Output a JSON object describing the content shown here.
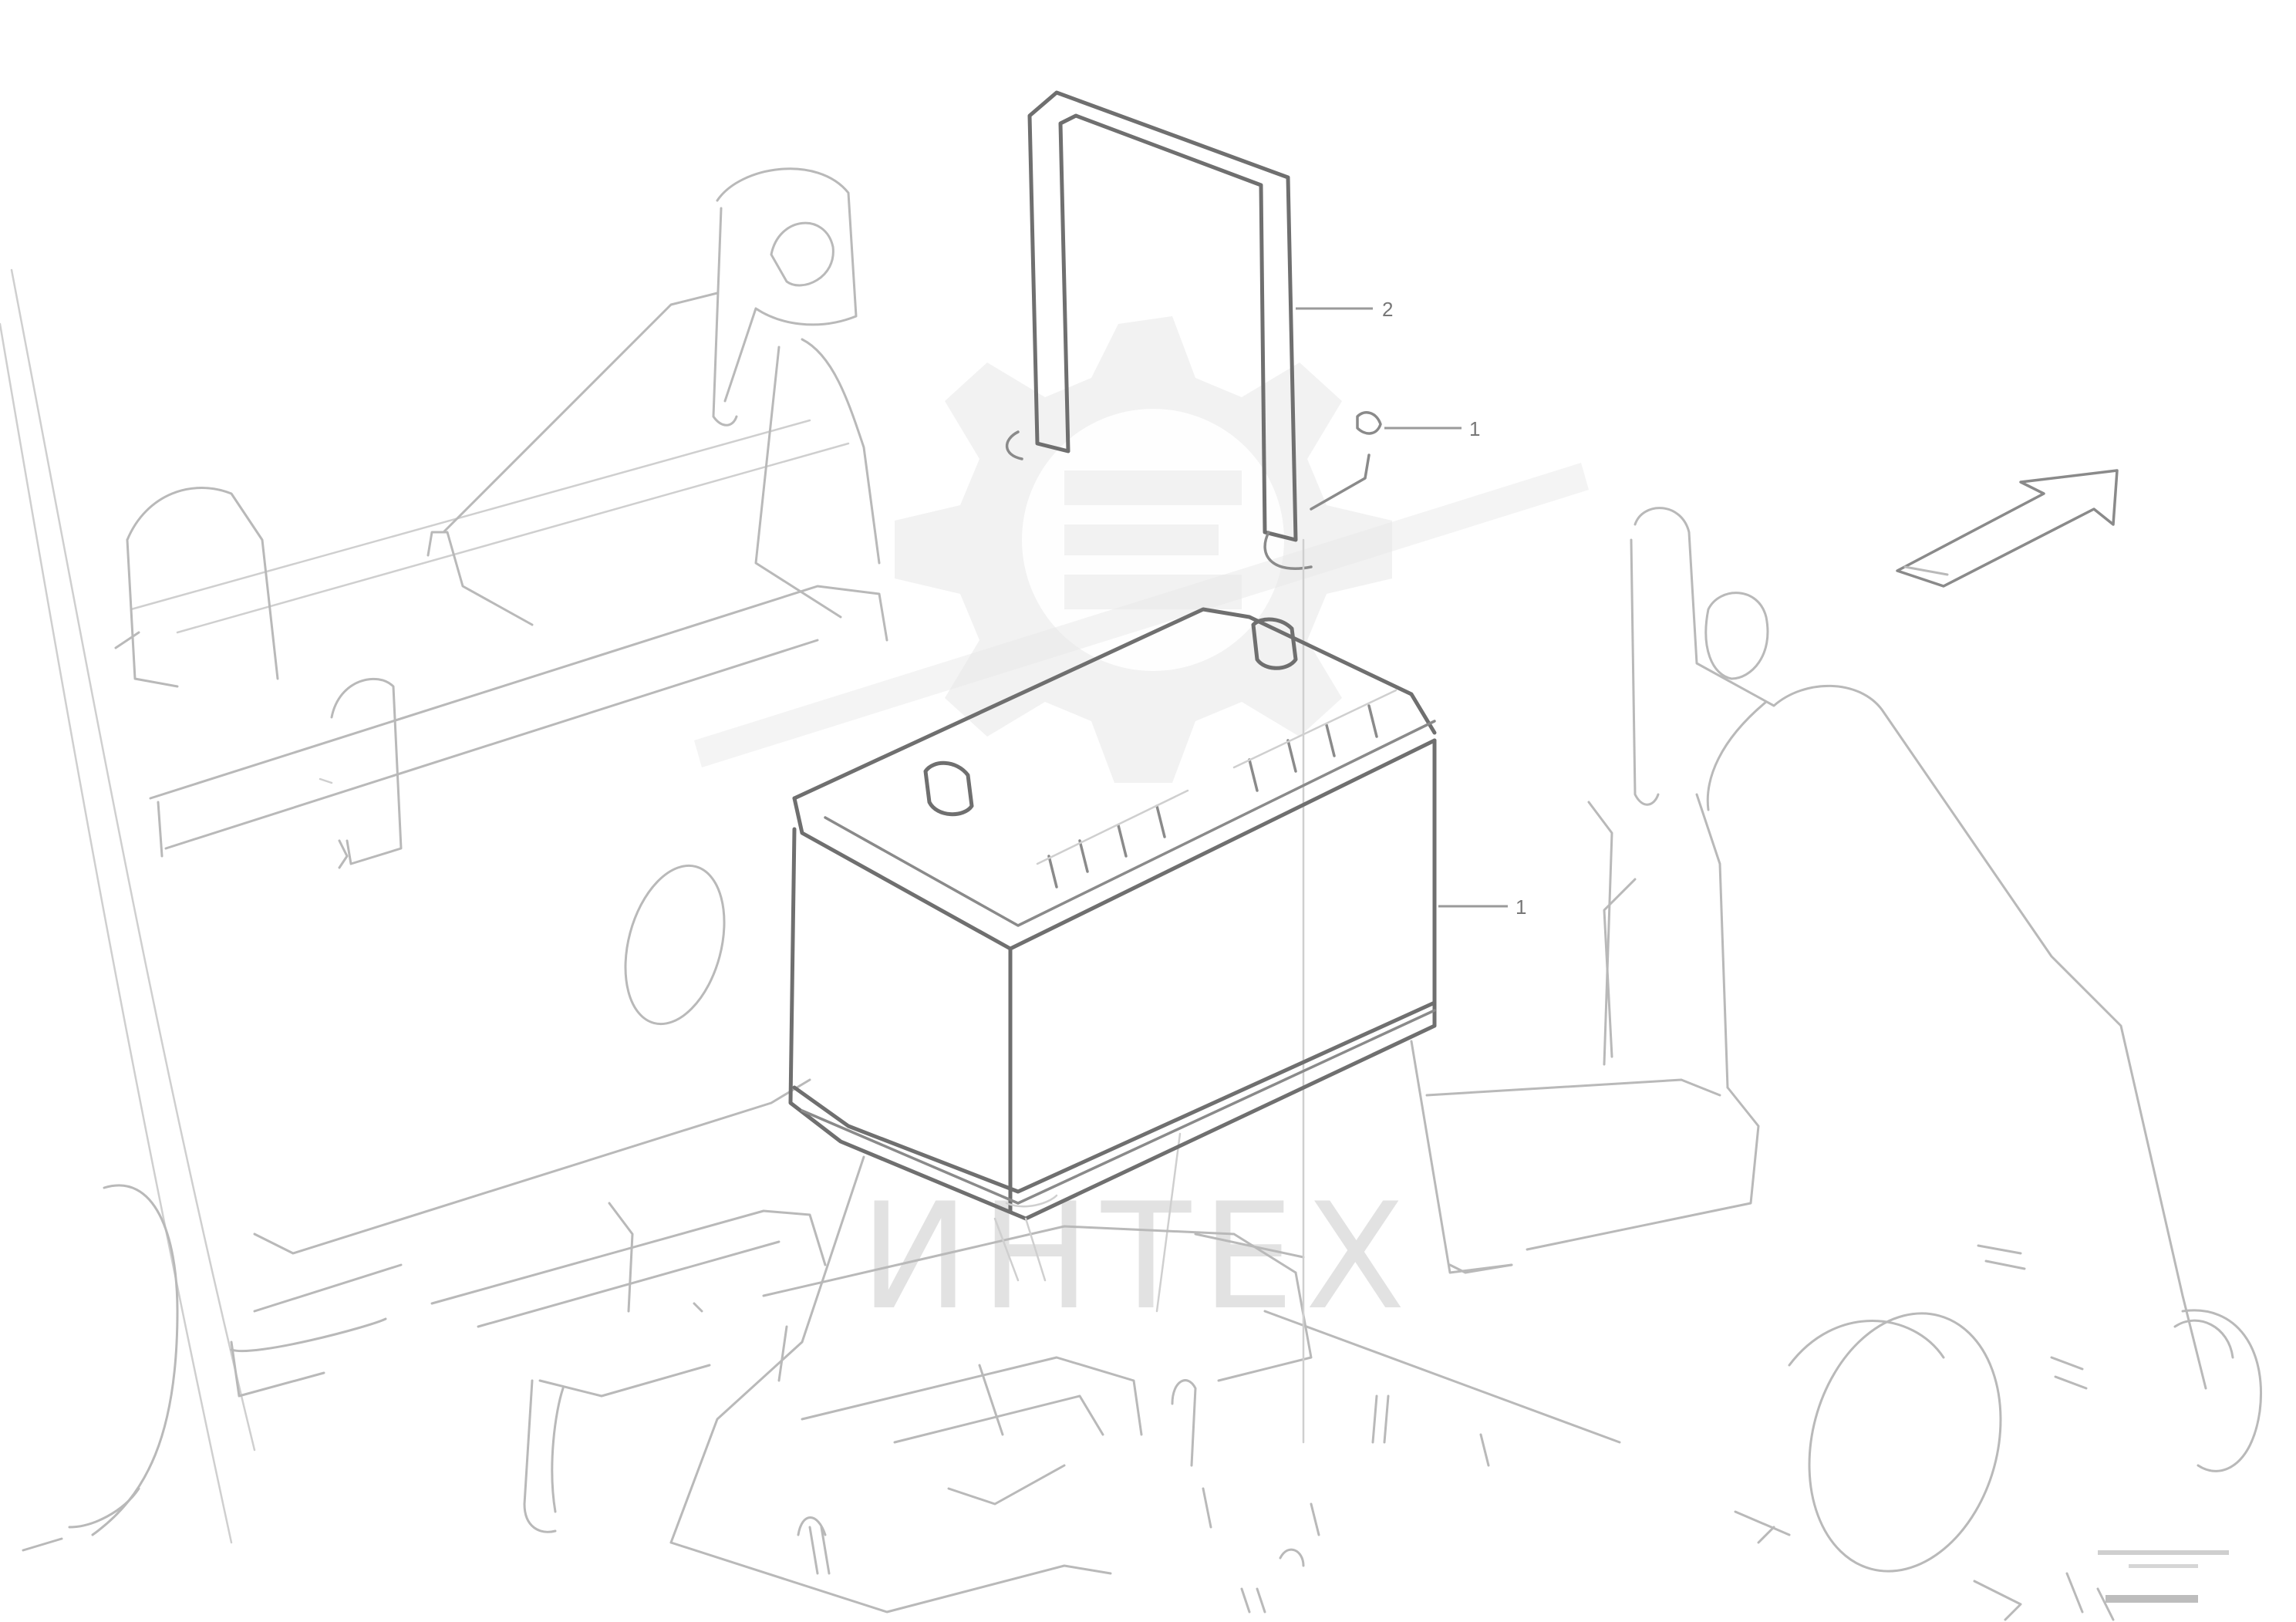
{
  "watermark": {
    "text": "ИНТЕХ"
  },
  "callouts": [
    {
      "id": "callout-2",
      "label": "2"
    },
    {
      "id": "callout-1-bolt",
      "label": "1"
    },
    {
      "id": "callout-1-battery",
      "label": "1"
    }
  ],
  "colors": {
    "line": "#b9b9b9",
    "part_outline": "#6f6f6f",
    "watermark": "#e5e5e5"
  }
}
